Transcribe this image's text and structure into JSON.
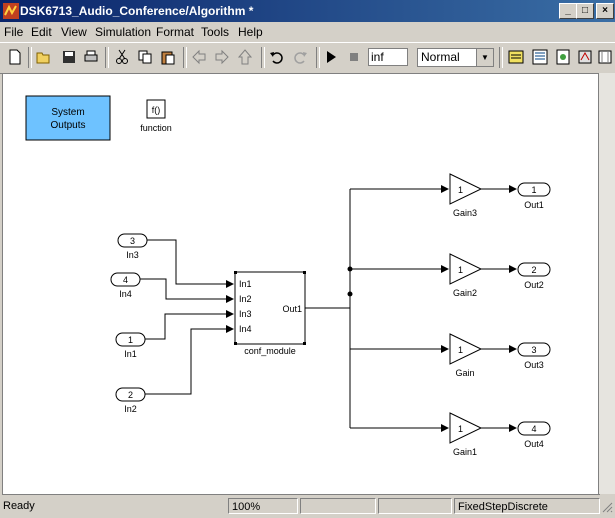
{
  "window": {
    "title": "DSK6713_Audio_Conference/Algorithm *"
  },
  "menu": [
    "File",
    "Edit",
    "View",
    "Simulation",
    "Format",
    "Tools",
    "Help"
  ],
  "toolbar": {
    "stop_time": "inf",
    "sim_mode": "Normal"
  },
  "diagram": {
    "system_outputs": {
      "line1": "System",
      "line2": "Outputs"
    },
    "function_block": {
      "symbol": "f()",
      "label": "function"
    },
    "subsystem": {
      "name": "conf_module",
      "inputs": [
        "In1",
        "In2",
        "In3",
        "In4"
      ],
      "output": "Out1"
    },
    "inports": [
      {
        "number": "3",
        "name": "In3"
      },
      {
        "number": "4",
        "name": "In4"
      },
      {
        "number": "1",
        "name": "In1"
      },
      {
        "number": "2",
        "name": "In2"
      }
    ],
    "gains": [
      {
        "symbol": "1",
        "name": "Gain3"
      },
      {
        "symbol": "1",
        "name": "Gain2"
      },
      {
        "symbol": "1",
        "name": "Gain"
      },
      {
        "symbol": "1",
        "name": "Gain1"
      }
    ],
    "outports": [
      {
        "number": "1",
        "name": "Out1"
      },
      {
        "number": "2",
        "name": "Out2"
      },
      {
        "number": "3",
        "name": "Out3"
      },
      {
        "number": "4",
        "name": "Out4"
      }
    ]
  },
  "status": {
    "state": "Ready",
    "zoom": "100%",
    "solver": "FixedStepDiscrete"
  },
  "colors": {
    "titlebar": "#0a246a",
    "system_outputs_fill": "#6ec2ff"
  }
}
